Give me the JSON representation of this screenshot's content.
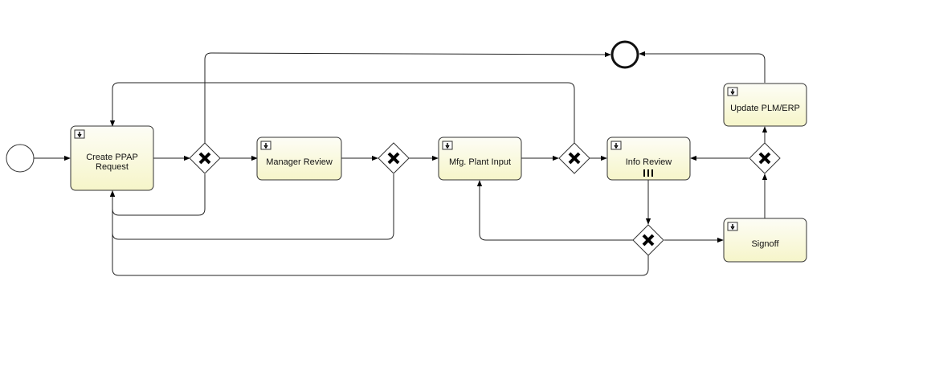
{
  "diagram": {
    "tasks": [
      {
        "id": "create",
        "lines": [
          "Create PPAP",
          "Request"
        ],
        "icon": "user-task-icon"
      },
      {
        "id": "manager",
        "lines": [
          "Manager Review"
        ],
        "icon": "user-task-icon"
      },
      {
        "id": "mfg",
        "lines": [
          "Mfg. Plant Input"
        ],
        "icon": "user-task-icon"
      },
      {
        "id": "info",
        "lines": [
          "Info Review"
        ],
        "icon": "user-task-icon",
        "multi_instance": true
      },
      {
        "id": "signoff",
        "lines": [
          "Signoff"
        ],
        "icon": "user-task-icon"
      },
      {
        "id": "update",
        "lines": [
          "Update PLM/ERP"
        ],
        "icon": "user-task-icon"
      }
    ],
    "gateways": [
      {
        "id": "g1",
        "type": "exclusive"
      },
      {
        "id": "g2",
        "type": "exclusive"
      },
      {
        "id": "g3",
        "type": "exclusive"
      },
      {
        "id": "g4",
        "type": "exclusive"
      },
      {
        "id": "g5",
        "type": "exclusive"
      },
      {
        "id": "g6",
        "type": "exclusive"
      }
    ],
    "events": [
      {
        "id": "start",
        "type": "start"
      },
      {
        "id": "end",
        "type": "end"
      }
    ],
    "colors": {
      "task_fill_top": "#fdfdf6",
      "task_fill_bottom": "#f6f5c9",
      "stroke": "#333333"
    }
  }
}
